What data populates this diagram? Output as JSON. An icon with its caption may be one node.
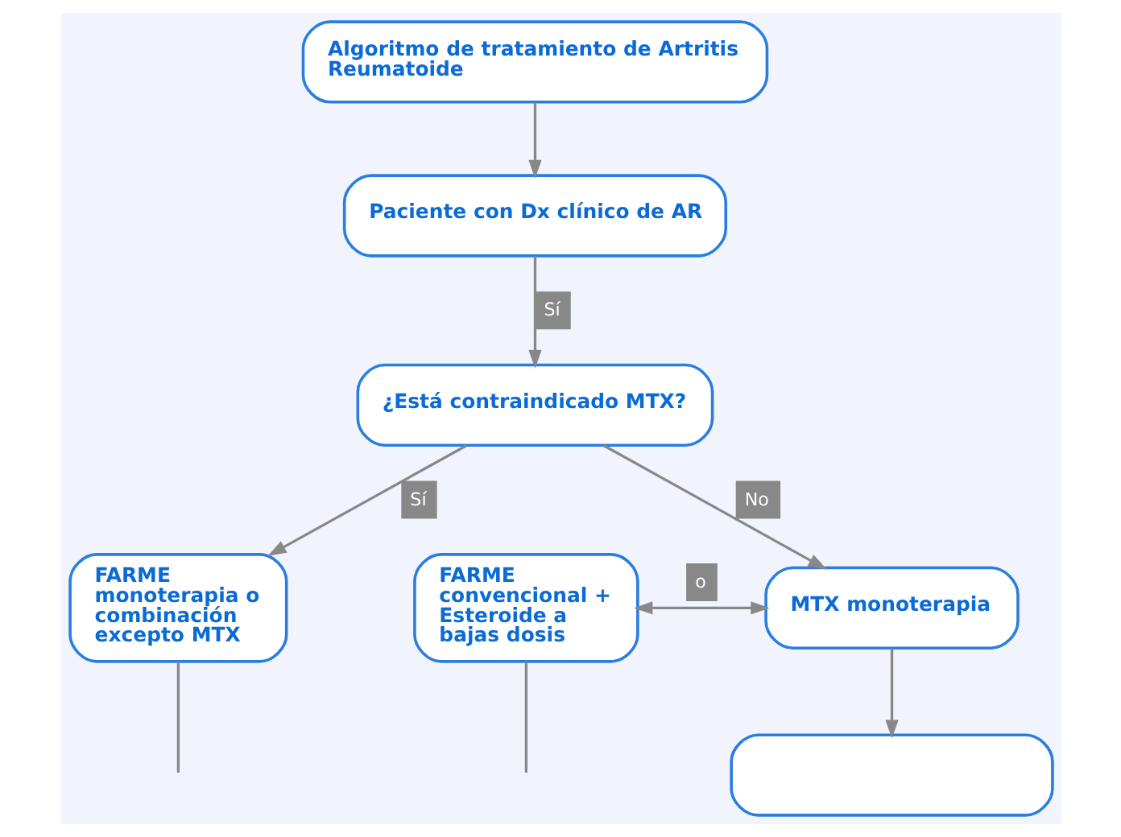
{
  "diagram": {
    "nodes": [
      {
        "text": [
          "Algoritmo de tratamiento de Artritis Reumatoide"
        ]
      },
      {
        "text": [
          "Paciente con Dx clínico de AR"
        ]
      },
      {
        "text": [
          "¿Está contraindicado MTX?"
        ]
      },
      {
        "text": [
          "FARME monoterapia o combinación excepto MTX"
        ]
      },
      {
        "text": [
          "FARME convencional + Esteroide a bajas dosis"
        ]
      },
      {
        "text": [
          "MTX monoterapia"
        ]
      },
      {
        "text": [],
        "shape": "box"
      }
    ],
    "edges": [
      {
        "from": 0,
        "to": 1,
        "arrow": "to"
      },
      {
        "from": 1,
        "to": 2,
        "arrow": "to",
        "label": "Sí"
      },
      {
        "from": 2,
        "to": 3,
        "arrow": "to",
        "label": "Sí"
      },
      {
        "from": 2,
        "to": 5,
        "arrow": "to",
        "label": "No"
      },
      {
        "from": 4,
        "to": 5,
        "arrow": "both",
        "label": "o"
      },
      {
        "from": 5,
        "to": 6,
        "arrow": "to"
      },
      {
        "from": 3,
        "to": null,
        "arrow": "none"
      },
      {
        "from": 4,
        "to": null,
        "arrow": "none"
      }
    ]
  }
}
